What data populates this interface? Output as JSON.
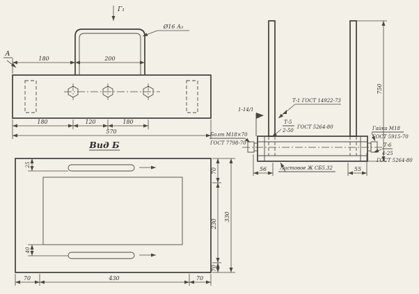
{
  "colors": {
    "paper": "#f3f0e8",
    "ink": "#3f3d38"
  },
  "front_view": {
    "marker_a": "А",
    "cut_label": "Г₁",
    "handle_callout": "Ø16 А₃",
    "dim_left": "180",
    "dim_handle": "200",
    "dims_bottom": [
      "180",
      "120",
      "180"
    ],
    "dim_total": "570"
  },
  "plan_view": {
    "title": "Вид Б",
    "dims_bottom": [
      "70",
      "430",
      "70"
    ],
    "dims_right": [
      "70",
      "230",
      "70"
    ],
    "dim_right_total": "330",
    "dim_left_top": "25",
    "dim_left_bottom": "40"
  },
  "side_view": {
    "dim_height": "750",
    "dim_left": "56",
    "dim_right": "55",
    "weld_1": "Т-1 ГОСТ 14922-73",
    "weld_2_num": "Т-5",
    "weld_2_size": "2-50",
    "weld_2_gost": "ГОСТ 5264-80",
    "bolt_line1": "Болт М18×70",
    "bolt_line2": "ГОСТ 7798-70",
    "nut_line1": "Гайка М18",
    "nut_line2": "ГОСТ 5915-70",
    "weld_3_num": "Т-6",
    "weld_3_size": "4-25",
    "weld_3_gost": "ГОСТ 5264-80",
    "part_label": "Листовое Ж СБ5.32",
    "flag_label": "1-14/1"
  }
}
